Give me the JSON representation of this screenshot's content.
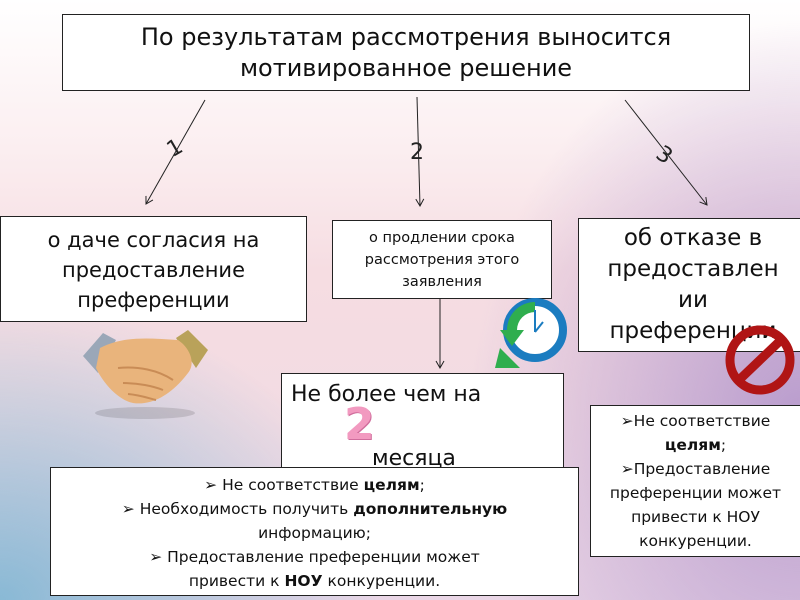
{
  "title": {
    "line1": "По результатам рассмотрения выносится",
    "line2": "мотивированное решение"
  },
  "branches": [
    {
      "number": "1",
      "lines": [
        "о даче согласия на",
        "предоставление",
        "преференции"
      ],
      "icon": "handshake-icon"
    },
    {
      "number": "2",
      "lines": [
        "о продлении срока",
        "рассмотрения этого",
        "заявления"
      ],
      "icon": "clock-refresh-icon"
    },
    {
      "number": "3",
      "lines": [
        "об отказе в",
        "предоставлен",
        "ии",
        "преференции"
      ],
      "icon": "no-entry-icon"
    }
  ],
  "extension": {
    "prefix": "Не более чем на",
    "digit": "2",
    "suffix": "месяца"
  },
  "extension_reasons": {
    "r1_pre": "Не соответствие ",
    "r1_bold": "целям",
    "r1_post": ";",
    "r2_pre": "Необходимость получить ",
    "r2_bold": "дополнительную",
    "r2_post": "информацию;",
    "r3_pre": "Предоставление преференции может привести к ",
    "r3_bold": "НОУ",
    "r3_post": " конкуренции."
  },
  "refusal_reasons": {
    "r1_pre": "Не соответствие",
    "r1_bold": "целям",
    "r1_post": ";",
    "r2": "Предоставление преференции может привести к НОУ конкуренции."
  },
  "bullet": "➢"
}
